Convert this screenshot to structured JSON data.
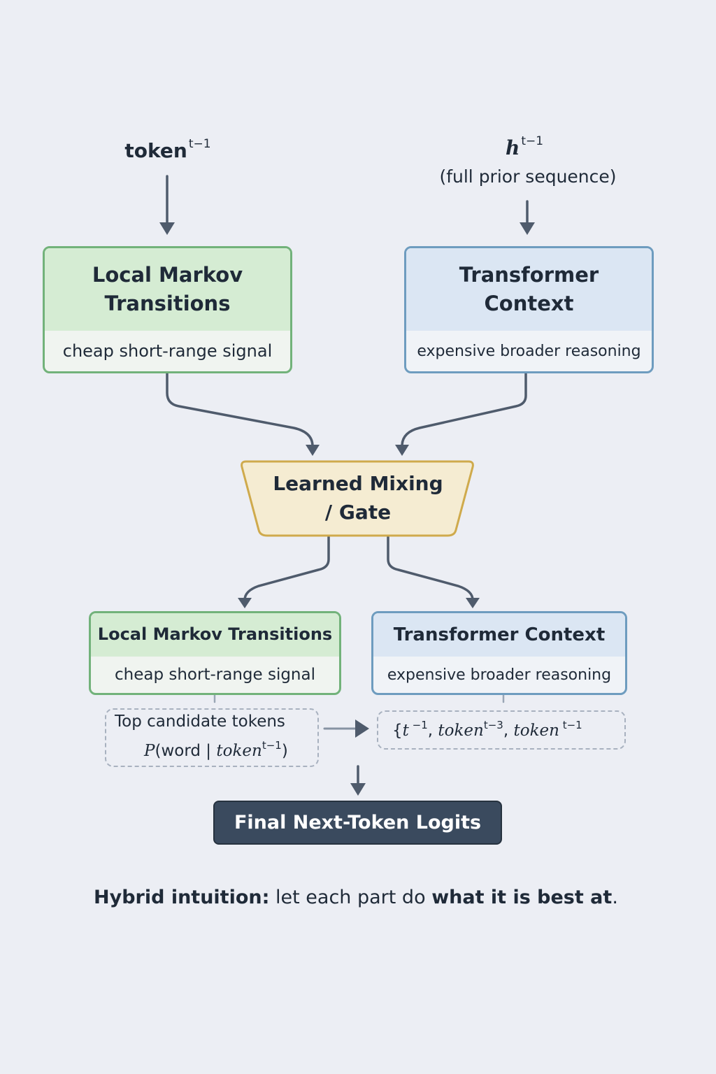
{
  "inputs": {
    "left": {
      "base": "token",
      "superscript": "t−1"
    },
    "right": {
      "base": "h",
      "superscript": "t−1",
      "subtitle": "(full prior sequence)"
    }
  },
  "top_nodes": {
    "markov": {
      "title_line1": "Local Markov",
      "title_line2": "Transitions",
      "subtitle": "cheap short-range signal"
    },
    "transformer": {
      "title_line1": "Transformer",
      "title_line2": "Context",
      "subtitle": "expensive broader reasoning"
    }
  },
  "gate": {
    "line1": "Learned Mixing",
    "line2": "/ Gate"
  },
  "bottom_nodes": {
    "markov": {
      "title": "Local Markov Transitions",
      "subtitle": "cheap short-range signal"
    },
    "transformer": {
      "title": "Transformer Context",
      "subtitle": "expensive broader reasoning"
    }
  },
  "candidates": {
    "line1": "Top candidate tokens",
    "prob_P": "P",
    "prob_open": "(word | ",
    "prob_token": "token",
    "prob_sup": "t−1",
    "prob_close": ")"
  },
  "context_set": {
    "open": "{",
    "t1": "t",
    "t1_sup": " −1",
    "sep1": ", ",
    "tok2": "token",
    "tok2_sup": "t−3",
    "sep2": ", ",
    "tok3": "token",
    "tok3_sup": " t−1"
  },
  "final": {
    "label": "Final Next-Token Logits"
  },
  "caption": {
    "bold1": "Hybrid intuition:",
    "normal": " let each part do ",
    "bold2": "what it is best at",
    "end": "."
  },
  "colors": {
    "background": "#eceef4",
    "green_border": "#72b27a",
    "green_fill": "#d5ecd3",
    "blue_border": "#6e9cbf",
    "blue_fill": "#dbe6f3",
    "gate_border": "#cfaa4c",
    "gate_fill": "#f5ecd2",
    "arrow": "#4f5b6c",
    "final_fill": "#3a4a5e"
  }
}
